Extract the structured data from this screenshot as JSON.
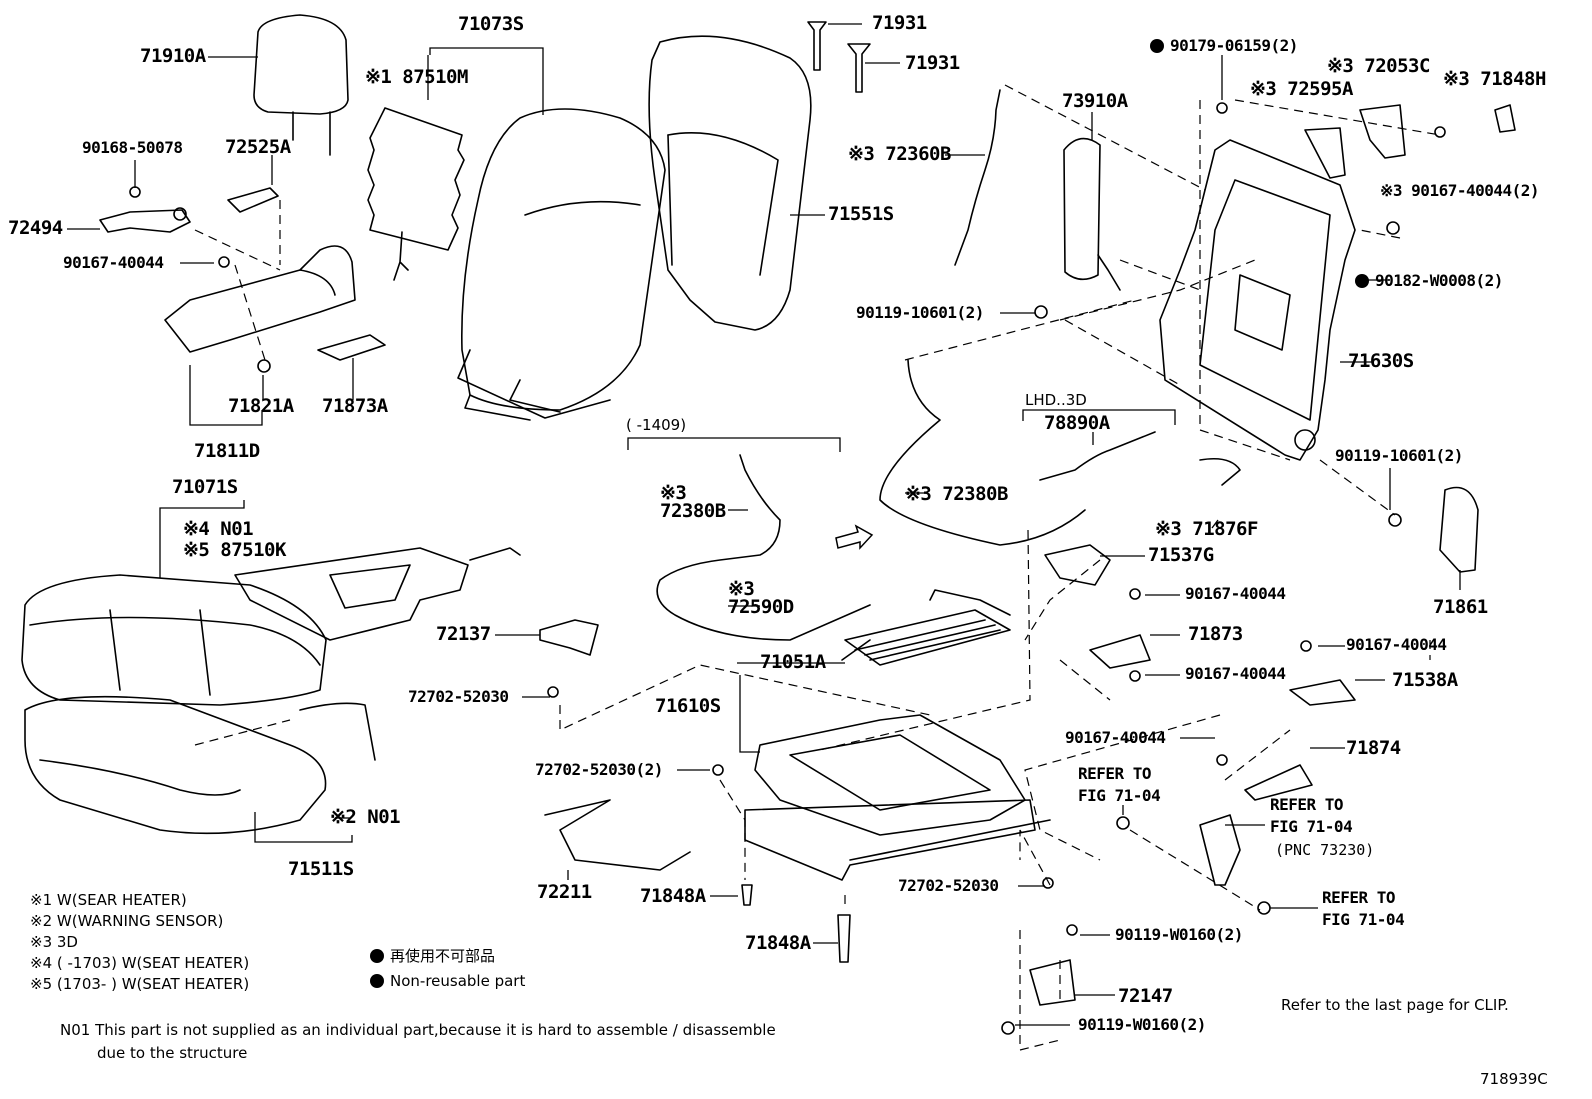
{
  "figure_code": "718939C",
  "clip_note": "Refer to the last page for CLIP.",
  "parts": {
    "p71910A": "71910A",
    "p71073S": "71073S",
    "p87510M": "※1 87510M",
    "p71931a": "71931",
    "p71931b": "71931",
    "p90179": "90179-06159(2)",
    "p72053C": "※3 72053C",
    "p71848H": "※3 71848H",
    "p72595A": "※3 72595A",
    "p73910A": "73910A",
    "p90168": "90168-50078",
    "p72525A": "72525A",
    "p72360B": "※3 72360B",
    "p90167_40044_2": "※3 90167-40044(2)",
    "p72494": "72494",
    "p71551S": "71551S",
    "p90167_a": "90167-40044",
    "p90182": "90182-W0008(2)",
    "p90119_10601a": "90119-10601(2)",
    "p71630S": "71630S",
    "p71821A": "71821A",
    "p71873A": "71873A",
    "p71811D": "71811D",
    "lhd": "LHD..3D",
    "p78890A": "78890A",
    "range1409": "(      -1409)",
    "p90119_10601b": "90119-10601(2)",
    "p71071S": "71071S",
    "p72380B_a_mark": "※3",
    "p72380B_a": "72380B",
    "p72380B_b": "※3 72380B",
    "pN01a": "※4 N01",
    "p87510K": "※5 87510K",
    "p71876F": "※3 71876F",
    "p71537G": "71537G",
    "p72590D_mark": "※3",
    "p72590D": "72590D",
    "p71861": "71861",
    "p90167_b": "90167-40044",
    "p72137": "72137",
    "p71873": "71873",
    "p90167_c": "90167-40044",
    "p71051A": "71051A",
    "p90167_d": "90167-40044",
    "p72702_a": "72702-52030",
    "p71538A": "71538A",
    "p71610S": "71610S",
    "p90167_e": "90167-40044",
    "p71874": "71874",
    "p72702_b": "72702-52030(2)",
    "refer1a": "REFER TO",
    "refer1b": "FIG 71-04",
    "refer2a": "REFER TO",
    "refer2b": "FIG 71-04",
    "pnc": "(PNC 73230)",
    "pN01b": "※2 N01",
    "p71511S": "71511S",
    "p72211": "72211",
    "p71848A_a": "71848A",
    "p72702_c": "72702-52030",
    "refer3a": "REFER TO",
    "refer3b": "FIG 71-04",
    "p90119_W0160a": "90119-W0160(2)",
    "p71848A_b": "71848A",
    "p72147": "72147",
    "p90119_W0160b": "90119-W0160(2)"
  },
  "legend": {
    "n1": "※1 W(SEAR HEATER)",
    "n2": "※2 W(WARNING SENSOR)",
    "n3": "※3 3D",
    "n4": "※4 (      -1703) W(SEAT HEATER)",
    "n5": "※5 (1703-      ) W(SEAT HEATER)",
    "nonreuse_ja": "再使用不可部品",
    "nonreuse_en": "Non-reusable part",
    "n01_line1": "N01 This part is not supplied as an individual part,because it is hard to assemble / disassemble",
    "n01_line2": "due to the structure"
  }
}
